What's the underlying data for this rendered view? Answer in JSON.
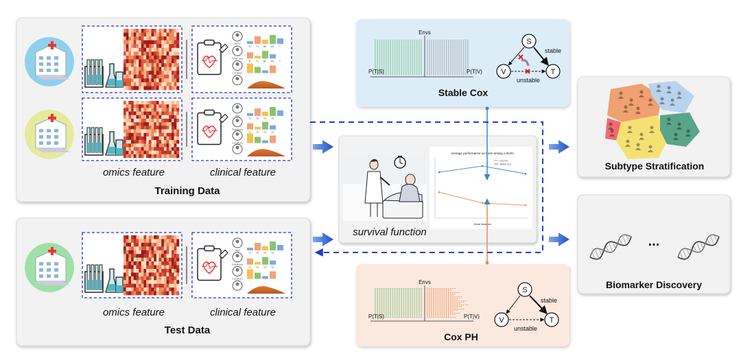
{
  "training": {
    "title": "Training Data",
    "omics_label": "omics feature",
    "clinical_label": "clinical feature",
    "row1_clinical_icon_labels": [
      "HIST",
      "Time, sex",
      "Location",
      ""
    ],
    "row1_bar_ticks": [
      "N",
      "T1",
      "N0",
      "M1",
      "T"
    ],
    "row2_clinical_icon_labels": [
      "Age",
      "Predictor",
      "Location",
      ""
    ],
    "row2_bar_ticks": [
      "T1",
      "T2",
      "T3",
      "T4"
    ]
  },
  "test": {
    "title": "Test Data",
    "omics_label": "omics feature",
    "clinical_label": "clinical feature",
    "clinical_icon_labels": [
      "Age",
      "Predictor",
      "Location",
      ""
    ],
    "bar_ticks": [
      "T1",
      "T2",
      "T3",
      "T4"
    ]
  },
  "stable_cox": {
    "title": "Stable Cox",
    "envs_label": "Envs",
    "left_axis_label": "P(T|S)",
    "right_axis_label": "P(T|V)",
    "node_s": "S",
    "node_v": "V",
    "node_t": "T",
    "stable_label": "stable",
    "unstable_label": "unstable"
  },
  "cox_ph": {
    "title": "Cox PH",
    "envs_label": "Envs",
    "left_axis_label": "P(T|S)",
    "right_axis_label": "P(T|V)",
    "node_s": "S",
    "node_v": "V",
    "node_t": "T",
    "stable_label": "stable",
    "unstable_label": "unstable"
  },
  "survival": {
    "label": "survival function",
    "chart_title": "Average performance on three testing cohorts",
    "xlabel": "Gene features",
    "legend": [
      "Cox PH",
      "Stable Cox"
    ]
  },
  "outputs": {
    "subtype": "Subtype Stratification",
    "biomarker": "Biomarker Discovery",
    "ellipsis": "..."
  },
  "colors": {
    "panel_bg": "#f2f2f2",
    "stable_bg": "#dcedf8",
    "coxph_bg": "#fbe9df",
    "arrow_blue": "#1f5fd1",
    "dash_blue": "#1f3fbf",
    "stable_line": "#3a86c8",
    "cox_line": "#e8865a"
  },
  "chart_data": {
    "type": "line",
    "title": "Average performance on three testing cohorts",
    "xlabel": "Gene features",
    "ylabel": "",
    "categories": [
      "",
      "",
      ""
    ],
    "series": [
      {
        "name": "Cox PH",
        "values": [
          0.637,
          0.623,
          0.62
        ]
      },
      {
        "name": "Stable Cox",
        "values": [
          0.663,
          0.671,
          0.661
        ]
      }
    ],
    "ylim": [
      0.605,
      0.68
    ],
    "legend": "top-right",
    "grid": false
  }
}
